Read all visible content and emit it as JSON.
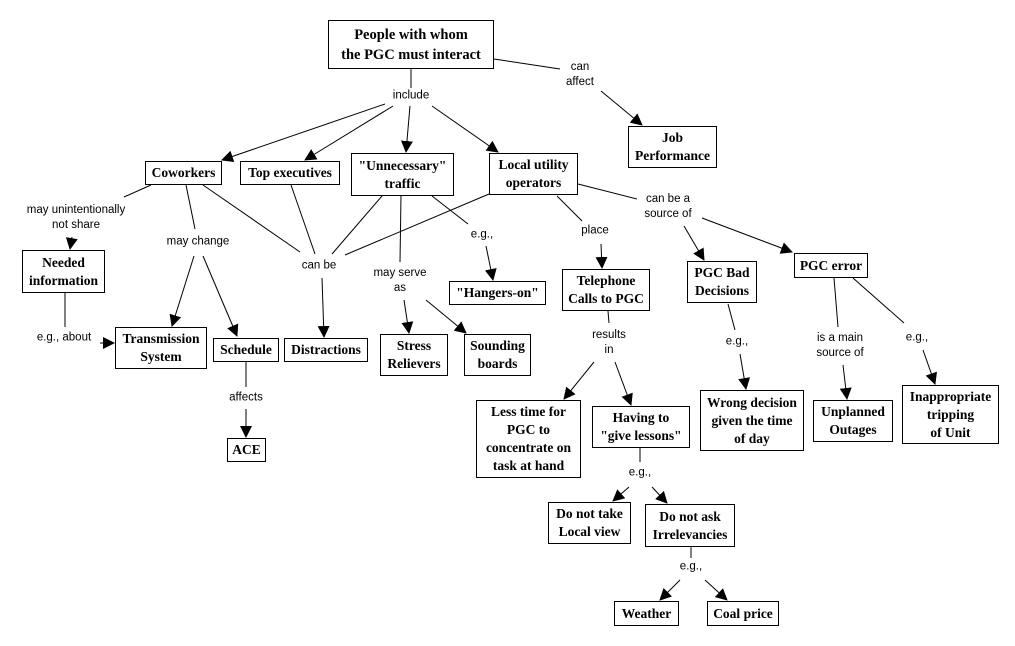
{
  "title": "People with whom the PGC must interact",
  "colors": {
    "line": "#000000",
    "box_border": "#000000",
    "background": "#ffffff"
  },
  "concepts": {
    "root": "People with whom\nthe PGC must interact",
    "job_performance": "Job\nPerformance",
    "coworkers": "Coworkers",
    "top_executives": "Top executives",
    "unnecessary_traffic": "\"Unnecessary\"\ntraffic",
    "local_utility_operators": "Local utility\noperators",
    "needed_information": "Needed\ninformation",
    "transmission_system": "Transmission\nSystem",
    "schedule": "Schedule",
    "distractions": "Distractions",
    "stress_relievers": "Stress\nRelievers",
    "sounding_boards": "Sounding\nboards",
    "hangers_on": "\"Hangers-on\"",
    "telephone_calls": "Telephone\nCalls to PGC",
    "pgc_bad_decisions": "PGC Bad\nDecisions",
    "pgc_error": "PGC error",
    "less_time": "Less time for\nPGC to\nconcentrate on\ntask at hand",
    "give_lessons": "Having to\n\"give lessons\"",
    "wrong_decision": "Wrong decision\ngiven the time\nof day",
    "unplanned_outages": "Unplanned\nOutages",
    "inappropriate_tripping": "Inappropriate\ntripping\nof Unit",
    "ace": "ACE",
    "local_view": "Do not take\nLocal view",
    "irrelevancies": "Do not ask\nIrrelevancies",
    "weather": "Weather",
    "coal_price": "Coal price"
  },
  "links": {
    "include": "include",
    "can_affect": "can\naffect",
    "may_unintentionally_not_share": "may unintentionally\nnot share",
    "may_change": "may change",
    "can_be": "can be",
    "eg_about": "e.g., about",
    "affects": "affects",
    "may_serve_as": "may serve\nas",
    "eg_hangers": "e.g.,",
    "place": "place",
    "can_be_a_source_of": "can be a\nsource of",
    "results_in": "results\nin",
    "eg_bad_decisions": "e.g.,",
    "is_a_main_source_of": "is a main\nsource of",
    "eg_error": "e.g.,",
    "eg_lessons": "e.g.,",
    "eg_irrelevancies": "e.g.,"
  }
}
